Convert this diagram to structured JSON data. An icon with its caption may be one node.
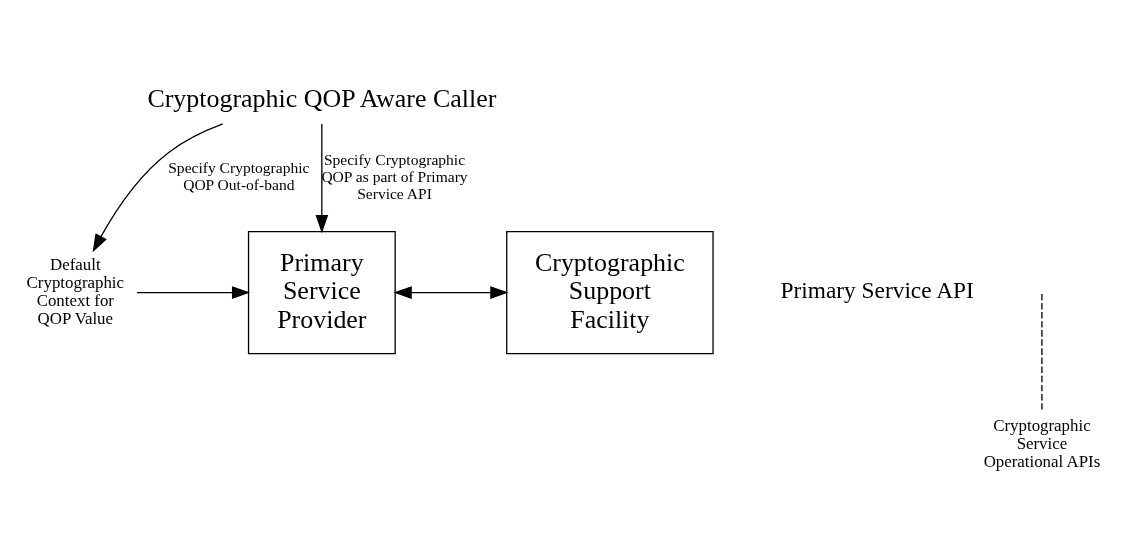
{
  "diagram": {
    "nodes": [
      {
        "text": [
          "Cryptographic QOP Aware Caller"
        ]
      },
      {
        "text": [
          "Default Cryptographic Context for QOP Value"
        ]
      },
      {
        "text": [
          "Primary Service Provider"
        ]
      },
      {
        "text": [
          "Cryptographic Support Facility"
        ]
      },
      {
        "text": [
          "Cryptographic Service Operational APIs"
        ]
      }
    ],
    "edges": [
      {
        "from": 0,
        "to": 1,
        "arrow": "to",
        "label": "Specify Cryptographic QOP Out-of-band"
      },
      {
        "from": 0,
        "to": 2,
        "arrow": "to",
        "label": "Specify Cryptographic QOP as part of Primary Service API"
      },
      {
        "from": 1,
        "to": 2,
        "arrow": "to"
      },
      {
        "from": 2,
        "to": 3,
        "arrow": "both"
      },
      {
        "from": 4,
        "to": null,
        "arrow": "none",
        "style": "dashed"
      }
    ],
    "labels": [
      "Primary Service API"
    ]
  }
}
